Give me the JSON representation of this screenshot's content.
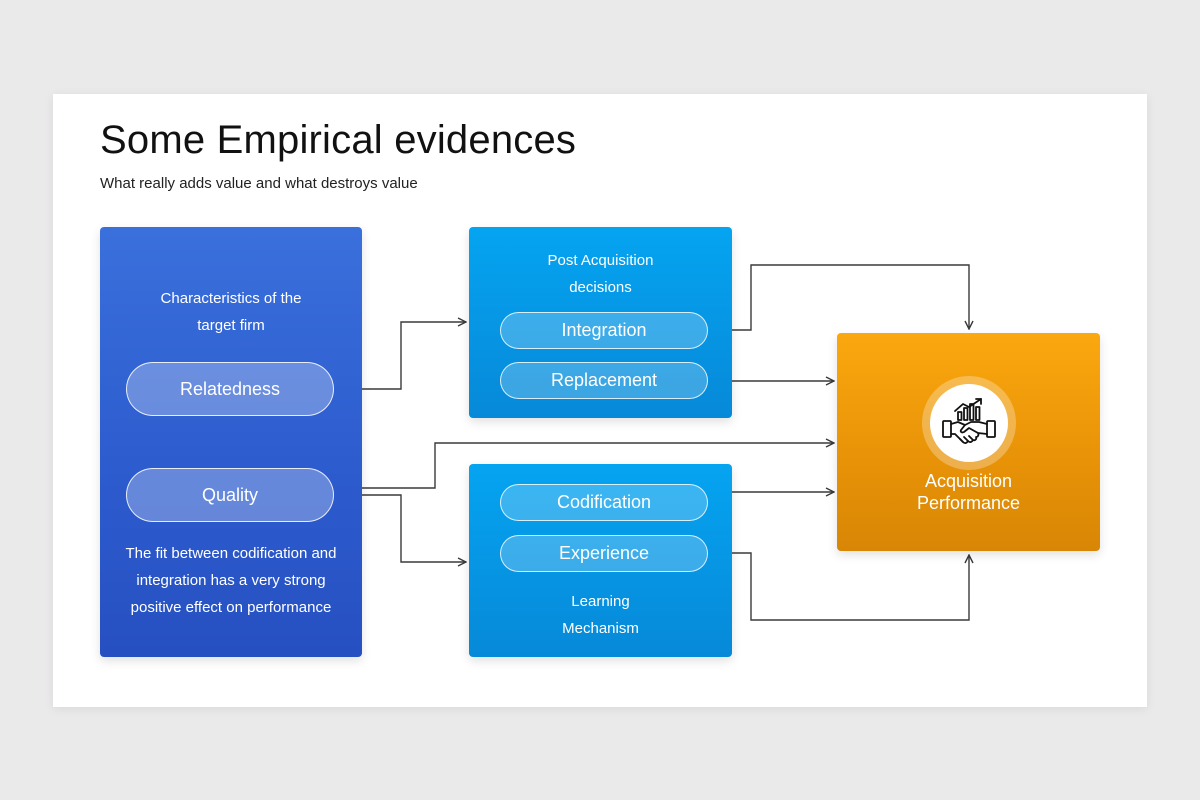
{
  "header": {
    "title": "Some Empirical evidences",
    "subtitle": "What really adds value and what destroys value"
  },
  "target_box": {
    "heading_line1": "Characteristics of the",
    "heading_line2": "target firm",
    "pill_relatedness": "Relatedness",
    "pill_quality": "Quality",
    "note_line1": "The fit between codification and",
    "note_line2": "integration has a very strong",
    "note_line3": "positive effect on performance"
  },
  "post_box": {
    "heading_line1": "Post Acquisition",
    "heading_line2": "decisions",
    "pill_integration": "Integration",
    "pill_replacement": "Replacement"
  },
  "learning_box": {
    "pill_codification": "Codification",
    "pill_experience": "Experience",
    "footer_line1": "Learning",
    "footer_line2": "Mechanism"
  },
  "performance_box": {
    "label_line1": "Acquisition",
    "label_line2": "Performance",
    "icon": "handshake-growth-icon"
  },
  "colors": {
    "target_blue": "#2d5cce",
    "light_blue": "#0596e6",
    "orange": "#e79207",
    "connector": "#3a3a3a"
  }
}
